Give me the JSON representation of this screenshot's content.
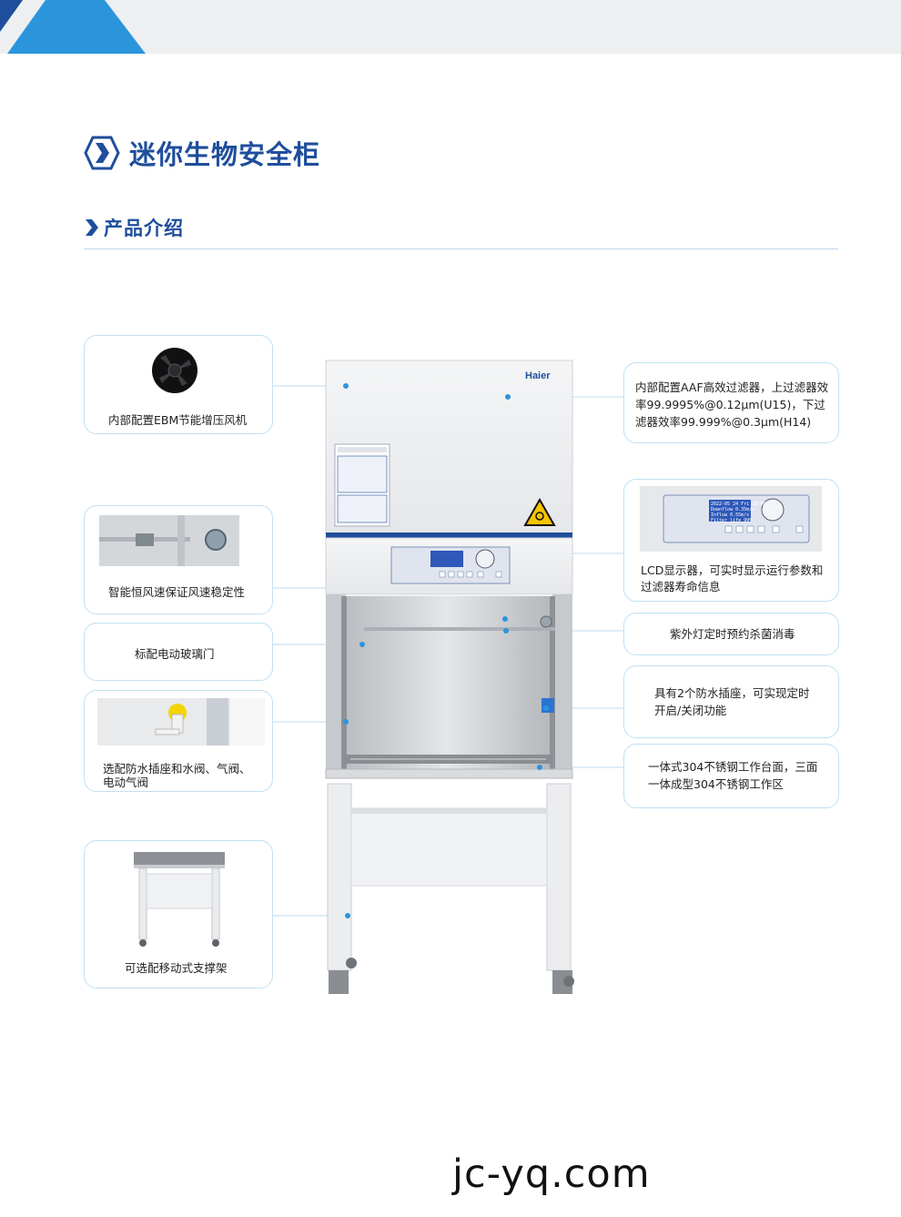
{
  "header": {
    "title": "迷你生物安全柜",
    "section": "产品介绍",
    "accent_color": "#1f4e9c",
    "stripe_color": "#1e88d6"
  },
  "product": {
    "brand": "Haier",
    "lcd_lines": [
      "2022-05 24 Fri 10:00",
      "Downflow 0.35m/s",
      "Inflow 0.55m/s",
      "Filter life 99%"
    ]
  },
  "features_left": [
    {
      "id": "fan",
      "text": "内部配置EBM节能增压风机"
    },
    {
      "id": "airflow",
      "text": "智能恒风速保证风速稳定性"
    },
    {
      "id": "glass",
      "text": "标配电动玻璃门"
    },
    {
      "id": "valves",
      "line1": "选配防水插座和水阀、气阀、",
      "line2": "电动气阀"
    },
    {
      "id": "stand",
      "text": "可选配移动式支撑架"
    }
  ],
  "features_right": [
    {
      "id": "filter",
      "line1": "内部配置AAF高效过滤器，上过滤器效",
      "line2": "率99.9995%@0.12μm(U15)，下过",
      "line3": "滤器效率99.999%@0.3μm(H14)"
    },
    {
      "id": "lcd",
      "line1": "LCD显示器，可实时显示运行参数和",
      "line2": "过滤器寿命信息"
    },
    {
      "id": "uv",
      "text": "紫外灯定时预约杀菌消毒"
    },
    {
      "id": "socket",
      "line1": "具有2个防水插座，可实现定时",
      "line2": "开启/关闭功能"
    },
    {
      "id": "worktop",
      "line1": "一体式304不锈钢工作台面，三面",
      "line2": "一体成型304不锈钢工作区"
    }
  ],
  "footer": {
    "url": "jc-yq.com"
  }
}
